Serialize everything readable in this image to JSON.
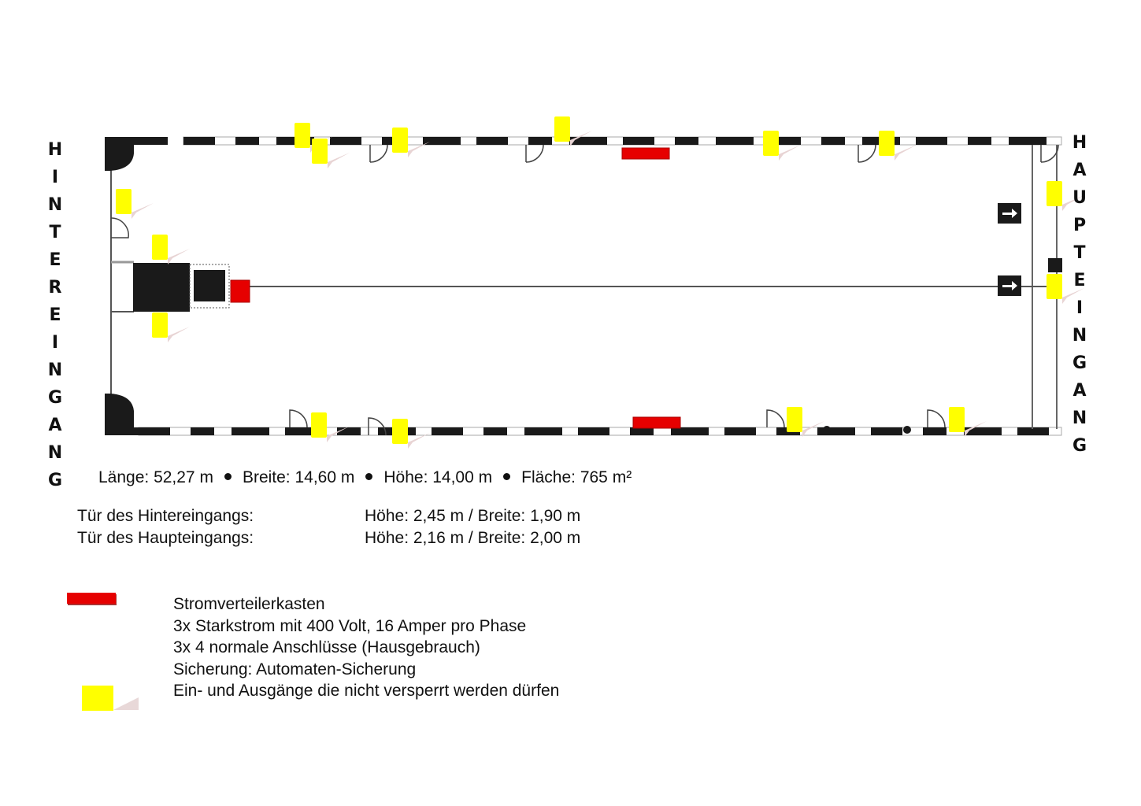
{
  "labels": {
    "back_entrance": "HINTEREINGANG",
    "main_entrance": "HAUPTEINGANG"
  },
  "dimensions": {
    "length": "Länge: 52,27 m",
    "width": "Breite: 14,60 m",
    "height": "Höhe: 14,00 m",
    "area": "Fläche:  765 m²"
  },
  "doors": [
    {
      "name": "Tür des Hintereingangs:",
      "size": "Höhe: 2,45 m / Breite: 1,90 m"
    },
    {
      "name": "Tür des Haupteingangs:",
      "size": "Höhe: 2,16 m / Breite: 2,00 m"
    }
  ],
  "legend": {
    "power_box": {
      "title": "Stromverteilerkasten",
      "lines": [
        "3x Starkstrom mit 400 Volt, 16 Amper pro Phase",
        "3x 4 normale Anschlüsse (Hausgebrauch)",
        "Sicherung: Automaten-Sicherung"
      ]
    },
    "exits": "Ein- und Ausgänge die nicht versperrt werden dürfen"
  },
  "colors": {
    "power_box": "#e60000",
    "exit_marker": "#ffff00",
    "wall": "#1a1a1a"
  }
}
